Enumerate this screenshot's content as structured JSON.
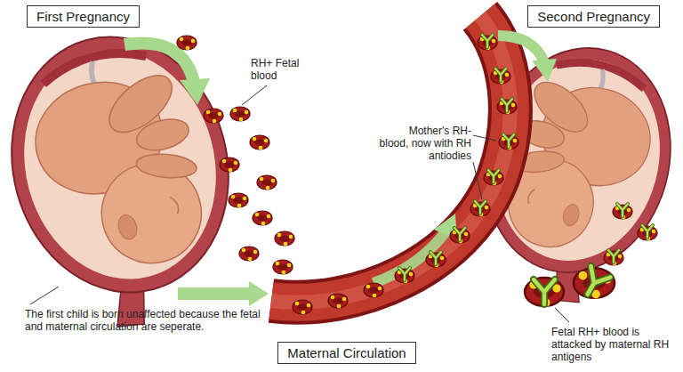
{
  "diagram": {
    "nodes": [
      {
        "text": [
          "First Pregnancy"
        ]
      },
      {
        "text": [
          "Second Pregnancy"
        ]
      },
      {
        "text": [
          "Maternal Circulation"
        ]
      }
    ],
    "labels": [
      "RH+ Fetal blood",
      "Mother's RH- blood, now with RH antiodies",
      "The first child is born unaffected because the fetal and maternal circulation are seperate.",
      "Fetal RH+ blood is attacked by maternal RH antigens"
    ]
  }
}
